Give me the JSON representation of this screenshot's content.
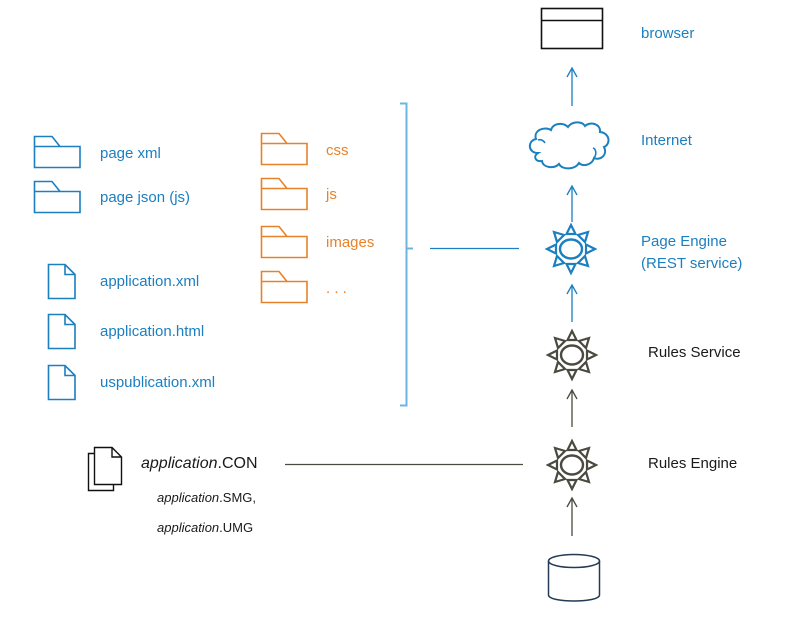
{
  "colors": {
    "blue": "#1b7fc0",
    "orange": "#e8822a",
    "gray": "#4a4a40",
    "bracket": "#6cb4e0",
    "black": "#111111",
    "navy": "#243a55"
  },
  "left_files": {
    "folders": [
      {
        "icon": "folder-icon",
        "label": "page xml"
      },
      {
        "icon": "folder-icon",
        "label": "page json (js)"
      }
    ],
    "documents": [
      {
        "icon": "document-icon",
        "label": "application.xml"
      },
      {
        "icon": "document-icon",
        "label": "application.html"
      },
      {
        "icon": "document-icon",
        "label": "uspublication.xml"
      }
    ]
  },
  "asset_folders": [
    {
      "icon": "folder-icon",
      "label": "css"
    },
    {
      "icon": "folder-icon",
      "label": "js"
    },
    {
      "icon": "folder-icon",
      "label": "images"
    },
    {
      "icon": "folder-icon",
      "label": ". . ."
    }
  ],
  "con_files": {
    "icon": "stacked-documents-icon",
    "main": {
      "italic": "application",
      "ext": ".CON"
    },
    "others": [
      {
        "italic": "application",
        "ext": ".SMG,"
      },
      {
        "italic": "application",
        "ext": ".UMG"
      }
    ]
  },
  "stack": [
    {
      "id": "browser",
      "icon": "browser-window-icon",
      "label": "browser"
    },
    {
      "id": "internet",
      "icon": "cloud-icon",
      "label": "Internet"
    },
    {
      "id": "page-engine",
      "icon": "sun-gear-icon",
      "label_line1": "Page Engine",
      "label_line2": "(REST service)"
    },
    {
      "id": "rules-service",
      "icon": "sun-gear-icon",
      "label": "Rules Service"
    },
    {
      "id": "rules-engine",
      "icon": "sun-gear-icon",
      "label": "Rules Engine"
    },
    {
      "id": "database",
      "icon": "database-cylinder-icon"
    }
  ]
}
